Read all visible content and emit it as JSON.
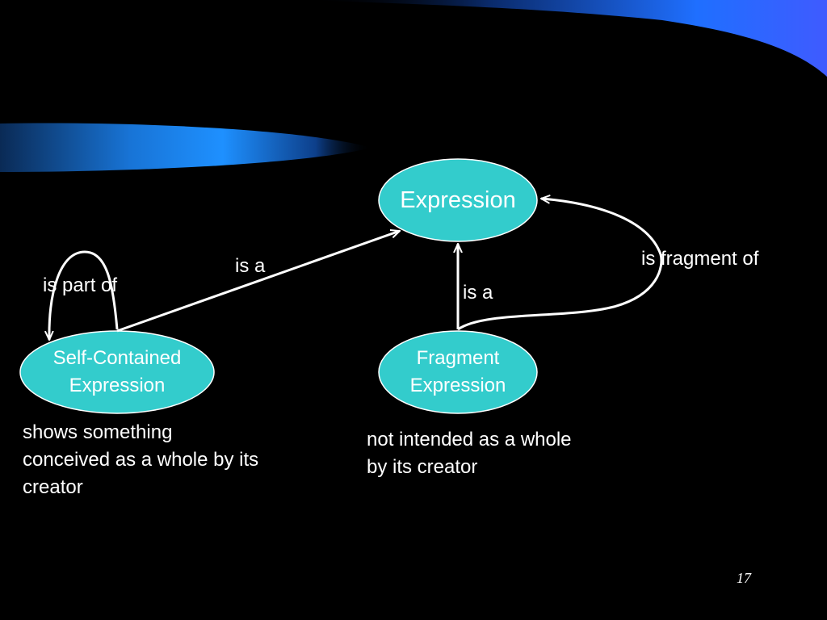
{
  "nodes": {
    "expression": "Expression",
    "self_contained": "Self-Contained\nExpression",
    "fragment": "Fragment\nExpression"
  },
  "relations": {
    "self_is_a": "is a",
    "self_part_of": "is part of",
    "fragment_is_a": "is a",
    "fragment_of": "is fragment of"
  },
  "descriptions": {
    "self_contained": "shows something conceived as a whole by its creator",
    "fragment": "not intended as a whole by its creator"
  },
  "page_number": "17",
  "colors": {
    "node_fill": "#33cccc",
    "background": "#000000",
    "accent_blue": "#1e90ff",
    "text": "#ffffff"
  }
}
